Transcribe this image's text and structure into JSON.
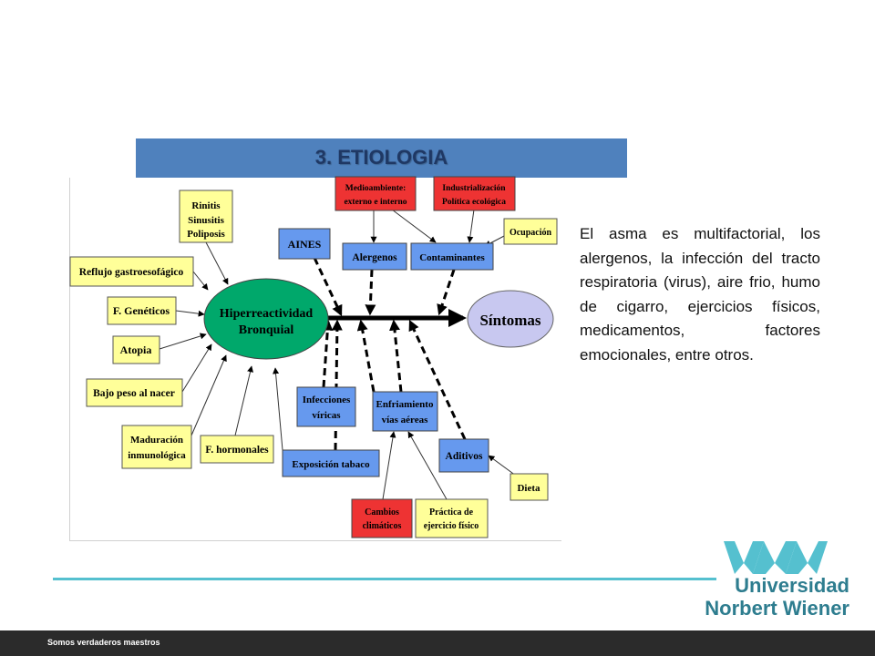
{
  "slide": {
    "title": "3. ETIOLOGIA",
    "body": "El asma es multifactorial, los alergenos, la infección del tracto respiratoria (virus), aire frio, humo de cigarro, ejercicios físicos, medicamentos, factores emocionales, entre otros.",
    "footer": "Somos verdaderos maestros",
    "logo_line1": "Universidad",
    "logo_line2": "Norbert Wiener"
  },
  "diagram": {
    "center_line1": "Hiperreactividad",
    "center_line2": "Bronquial",
    "outcome": "Síntomas",
    "rinitis": [
      "Rinitis",
      "Sinusitis",
      "Poliposis"
    ],
    "reflujo": "Reflujo gastroesofágico",
    "geneticos": "F. Genéticos",
    "atopia": "Atopia",
    "bajo_peso": "Bajo peso al nacer",
    "maduracion": [
      "Maduración",
      "inmunológica"
    ],
    "hormonales": "F. hormonales",
    "aines": "AINES",
    "medioambiente": [
      "Medioambiente:",
      "externo e interno"
    ],
    "industrializacion": [
      "Industrialización",
      "Política ecológica"
    ],
    "ocupacion": "Ocupación",
    "alergenos": "Alergenos",
    "contaminantes": "Contaminantes",
    "infecciones": [
      "Infecciones",
      "víricas"
    ],
    "enfriamiento": [
      "Enfriamiento",
      "vías aéreas"
    ],
    "exposicion": "Exposición tabaco",
    "aditivos": "Aditivos",
    "dieta": "Dieta",
    "cambios": [
      "Cambios",
      "climáticos"
    ],
    "practica": [
      "Práctica de",
      "ejercicio físico"
    ]
  },
  "colors": {
    "yellow": "#ffff99",
    "blue": "#6699ee",
    "red": "#ee3333",
    "green": "#00a86b",
    "lavender": "#c8c8f0",
    "title_bar": "#4f81bd",
    "brand": "#2e7d8f",
    "rule": "#55c0cf"
  }
}
